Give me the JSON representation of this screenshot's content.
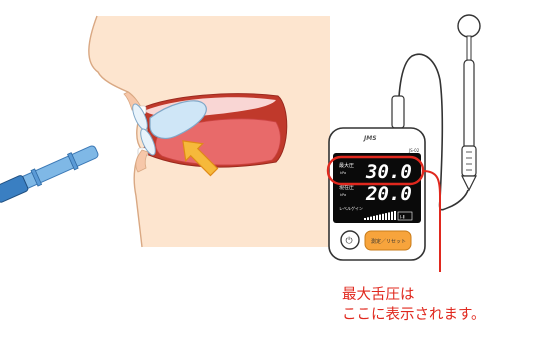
{
  "device": {
    "brand": "JMS",
    "model": "JS-02",
    "max_label": "最大圧",
    "max_unit": "kPa",
    "max_value": "30.0",
    "current_label": "現在圧",
    "current_unit": "kPa",
    "current_value": "20.0",
    "level_label": "レベルゲイン",
    "mini_box": "Ⅰ-Ⅱ",
    "power_icon": "power-icon",
    "button_label": "測定／リセット"
  },
  "callout": {
    "line1": "最大舌圧は",
    "line2": "ここに表示されます。"
  },
  "colors": {
    "skin": "#fde5cf",
    "outline": "#d9a883",
    "mouth": "#c0392b",
    "tongue": "#e86a6a",
    "probe": "#7fb8e6",
    "bulb": "#cfe6f7",
    "arrow": "#f6b93b",
    "highlight": "#e0281e",
    "button_orange": "#f7a43c",
    "display": "#0a0a0a"
  }
}
